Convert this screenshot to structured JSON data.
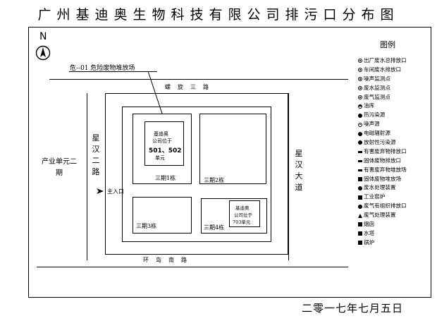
{
  "title": "广州基迪奥生物科技有限公司排污口分布图",
  "date": "二零一七年七月五日",
  "north_label": "N",
  "hazard_label": "危--01 危险废物堆放场",
  "roads": {
    "top": "螺旋三路",
    "bottom": "环岛南路",
    "left": "星汉二路",
    "right": "星汉大道"
  },
  "areas": {
    "industrial": "产业单元二期",
    "entrance": "主入口"
  },
  "buildings": {
    "b1": "三期1栋",
    "b2": "三期2栋",
    "b3": "三期3栋",
    "b4": "三期4栋"
  },
  "company_1": {
    "line1": "基迪奥",
    "line2": "公司位于",
    "units": "501、502",
    "unit_suffix": "单元"
  },
  "company_2": {
    "line1": "基迪奥",
    "line2": "公司位于",
    "line3": "703单元"
  },
  "legend_title": "图例",
  "legend": [
    {
      "icon": "ring-icon",
      "label": "出厂废水总排放口"
    },
    {
      "icon": "ring-icon",
      "label": "车间废水排放口"
    },
    {
      "icon": "ring-icon",
      "label": "噪声监测点"
    },
    {
      "icon": "ring-icon",
      "label": "废水监测点"
    },
    {
      "icon": "ring-icon",
      "label": "废气监测点"
    },
    {
      "icon": "half-circle-icon",
      "label": "油库"
    },
    {
      "icon": "dot-icon",
      "label": "热污染源"
    },
    {
      "icon": "ring-icon",
      "label": "噪声源"
    },
    {
      "icon": "dot-icon",
      "label": "电磁辐射源"
    },
    {
      "icon": "dot-icon",
      "label": "放射性污染源"
    },
    {
      "icon": "bar-icon",
      "label": "有害废弃物排放口"
    },
    {
      "icon": "bar-icon",
      "label": "固体废物排放口"
    },
    {
      "icon": "bar-icon",
      "label": "有害废弃物堆放场"
    },
    {
      "icon": "square-icon",
      "label": "固体废物堆放场"
    },
    {
      "icon": "dot-icon",
      "label": "废水处理装置"
    },
    {
      "icon": "square-icon",
      "label": "工业窑炉"
    },
    {
      "icon": "dot-icon",
      "label": "废气有组织排放口"
    },
    {
      "icon": "triangle-icon",
      "label": "废气处理装置"
    },
    {
      "icon": "square-icon",
      "label": "烟囱"
    },
    {
      "icon": "square-icon",
      "label": "水塔"
    },
    {
      "icon": "square-icon",
      "label": "锅炉"
    }
  ]
}
